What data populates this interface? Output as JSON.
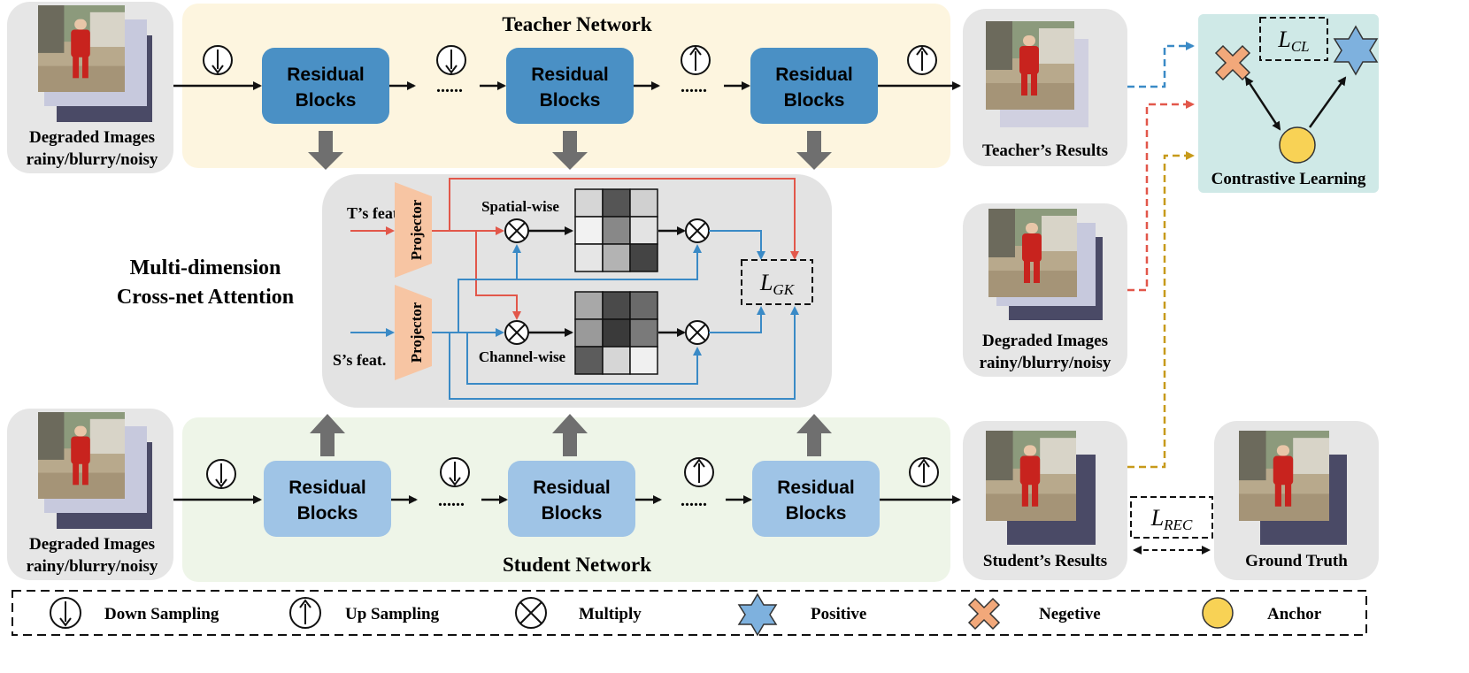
{
  "teacher": {
    "title": "Teacher Network",
    "blocks": [
      "Residual",
      "Residual",
      "Residual"
    ],
    "block_line2": "Blocks",
    "ellipsis": "......"
  },
  "student": {
    "title": "Student Network",
    "blocks": [
      "Residual",
      "Residual",
      "Residual"
    ],
    "block_line2": "Blocks",
    "ellipsis": "......"
  },
  "inputs": {
    "line1": "Degraded Images",
    "line2": "rainy/blurry/noisy"
  },
  "outputs": {
    "teacher": "Teacher’s Results",
    "student": "Student’s Results",
    "ground_truth": "Ground Truth",
    "middle_line1": "Degraded Images",
    "middle_line2": "rainy/blurry/noisy"
  },
  "attention": {
    "title_line1": "Multi-dimension",
    "title_line2": "Cross-net Attention",
    "t_feat": "T’s feat.",
    "s_feat": "S’s feat.",
    "projector": "Projector",
    "spatial": "Spatial-wise",
    "channel": "Channel-wise"
  },
  "losses": {
    "gk_base": "L",
    "gk_sub": "GK",
    "cl_base": "L",
    "cl_sub": "CL",
    "rec_base": "L",
    "rec_sub": "REC"
  },
  "contrastive": {
    "label": "Contrastive Learning"
  },
  "legend": {
    "down": "Down Sampling",
    "up": "Up Sampling",
    "multiply": "Multiply",
    "positive": "Positive",
    "negative": "Negetive",
    "anchor": "Anchor"
  },
  "colors": {
    "teacher_bg": "#fdf5df",
    "student_bg": "#eef5e8",
    "teacher_block": "#4a90c5",
    "student_block": "#9fc4e6",
    "attention_bg": "#e3e3e3",
    "contrastive_bg": "#cfe9e7",
    "projector": "#f7c5a3",
    "red_line": "#e2574a",
    "blue_line": "#3a8ac6",
    "gold_line": "#c79a1a",
    "positive": "#7eb1de",
    "negative": "#f2a87a",
    "anchor": "#f8d255"
  }
}
